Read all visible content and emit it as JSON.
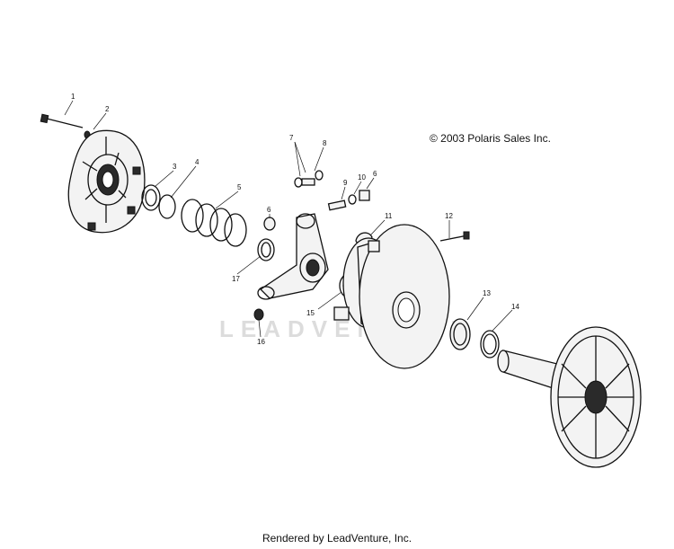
{
  "header": {
    "copyright": "© 2003 Polaris Sales Inc."
  },
  "watermark": "LEADVENTURE",
  "footer": {
    "rendered_by": "Rendered by LeadVenture, Inc."
  },
  "callouts": {
    "c1": "1",
    "c2": "2",
    "c3": "3",
    "c4": "4",
    "c5": "5",
    "c6a": "6",
    "c6b": "6",
    "c7": "7",
    "c8": "8",
    "c9": "9",
    "c10": "10",
    "c11": "11",
    "c12": "12",
    "c13": "13",
    "c14": "14",
    "c15": "15",
    "c16": "16",
    "c17": "17"
  }
}
